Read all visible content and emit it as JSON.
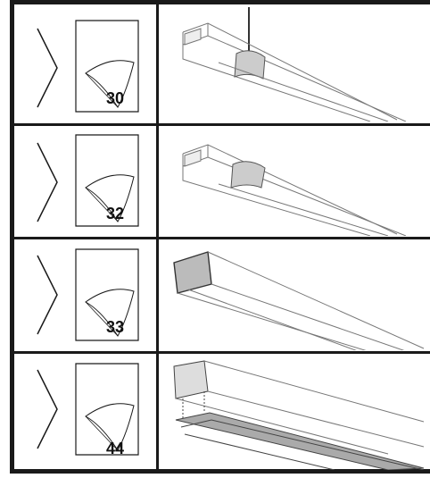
{
  "steps": [
    {
      "page": "30",
      "illustration": "rail-with-suspension-clip-and-cable"
    },
    {
      "page": "32",
      "illustration": "rail-with-clip-attached"
    },
    {
      "page": "33",
      "illustration": "rail-with-end-cap"
    },
    {
      "page": "44",
      "illustration": "rail-with-diffuser-cover-below"
    }
  ],
  "icons": {
    "arrow": "chevron-right-icon",
    "page": "page-curl-icon"
  },
  "colors": {
    "line": "#1a1a1a",
    "sketch": "#666666",
    "background": "#ffffff"
  }
}
